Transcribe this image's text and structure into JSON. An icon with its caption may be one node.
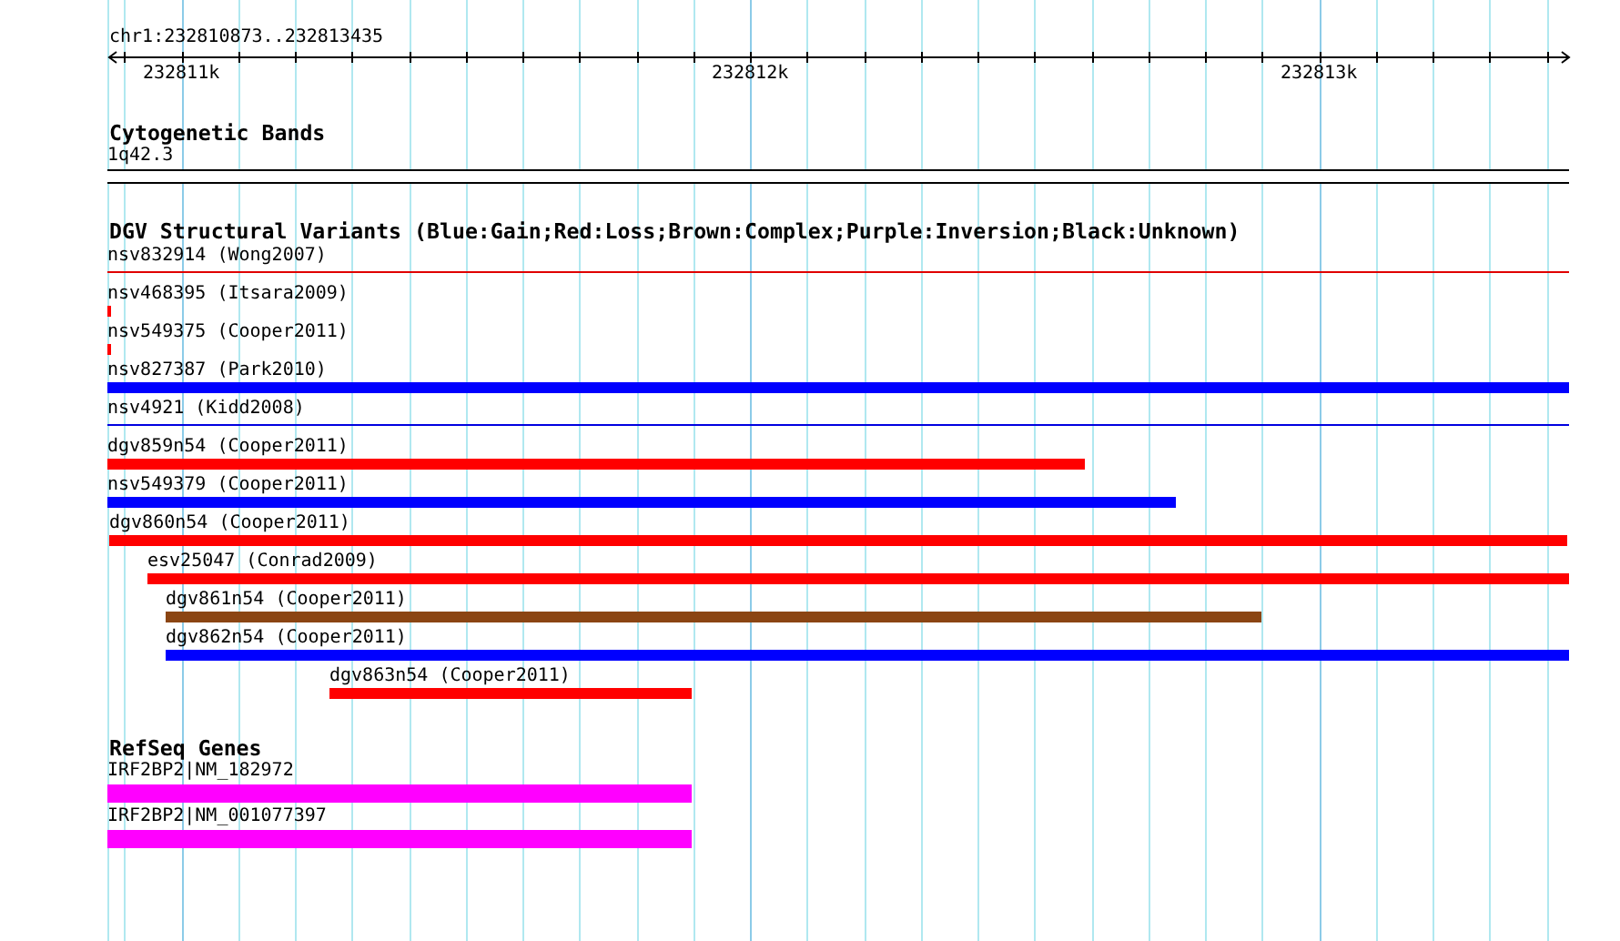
{
  "diagram": {
    "title": "chr1:232810873..232813435",
    "nodes": [
      {
        "text": [
          "1q42.3"
        ]
      },
      {
        "text": [
          "nsv832914 (Wong2007)"
        ]
      },
      {
        "text": [
          "nsv468395 (Itsara2009)"
        ]
      },
      {
        "text": [
          "nsv549375 (Cooper2011)"
        ]
      },
      {
        "text": [
          "nsv827387 (Park2010)"
        ]
      },
      {
        "text": [
          "nsv4921 (Kidd2008)"
        ]
      },
      {
        "text": [
          "dgv859n54 (Cooper2011)"
        ]
      },
      {
        "text": [
          "nsv549379 (Cooper2011)"
        ]
      },
      {
        "text": [
          "dgv860n54 (Cooper2011)"
        ]
      },
      {
        "text": [
          "esv25047 (Conrad2009)"
        ]
      },
      {
        "text": [
          "dgv861n54 (Cooper2011)"
        ]
      },
      {
        "text": [
          "dgv862n54 (Cooper2011)"
        ]
      },
      {
        "text": [
          "dgv863n54 (Cooper2011)"
        ]
      },
      {
        "text": [
          "IRF2BP2|NM_182972"
        ]
      },
      {
        "text": [
          "IRF2BP2|NM_001077397"
        ]
      }
    ],
    "labels": [
      "232811k",
      "232812k",
      "232813k",
      "Cytogenetic Bands",
      "DGV Structural Variants (Blue:Gain;Red:Loss;Brown:Complex;Purple:Inversion;Black:Unknown)",
      "RefSeq Genes"
    ]
  }
}
